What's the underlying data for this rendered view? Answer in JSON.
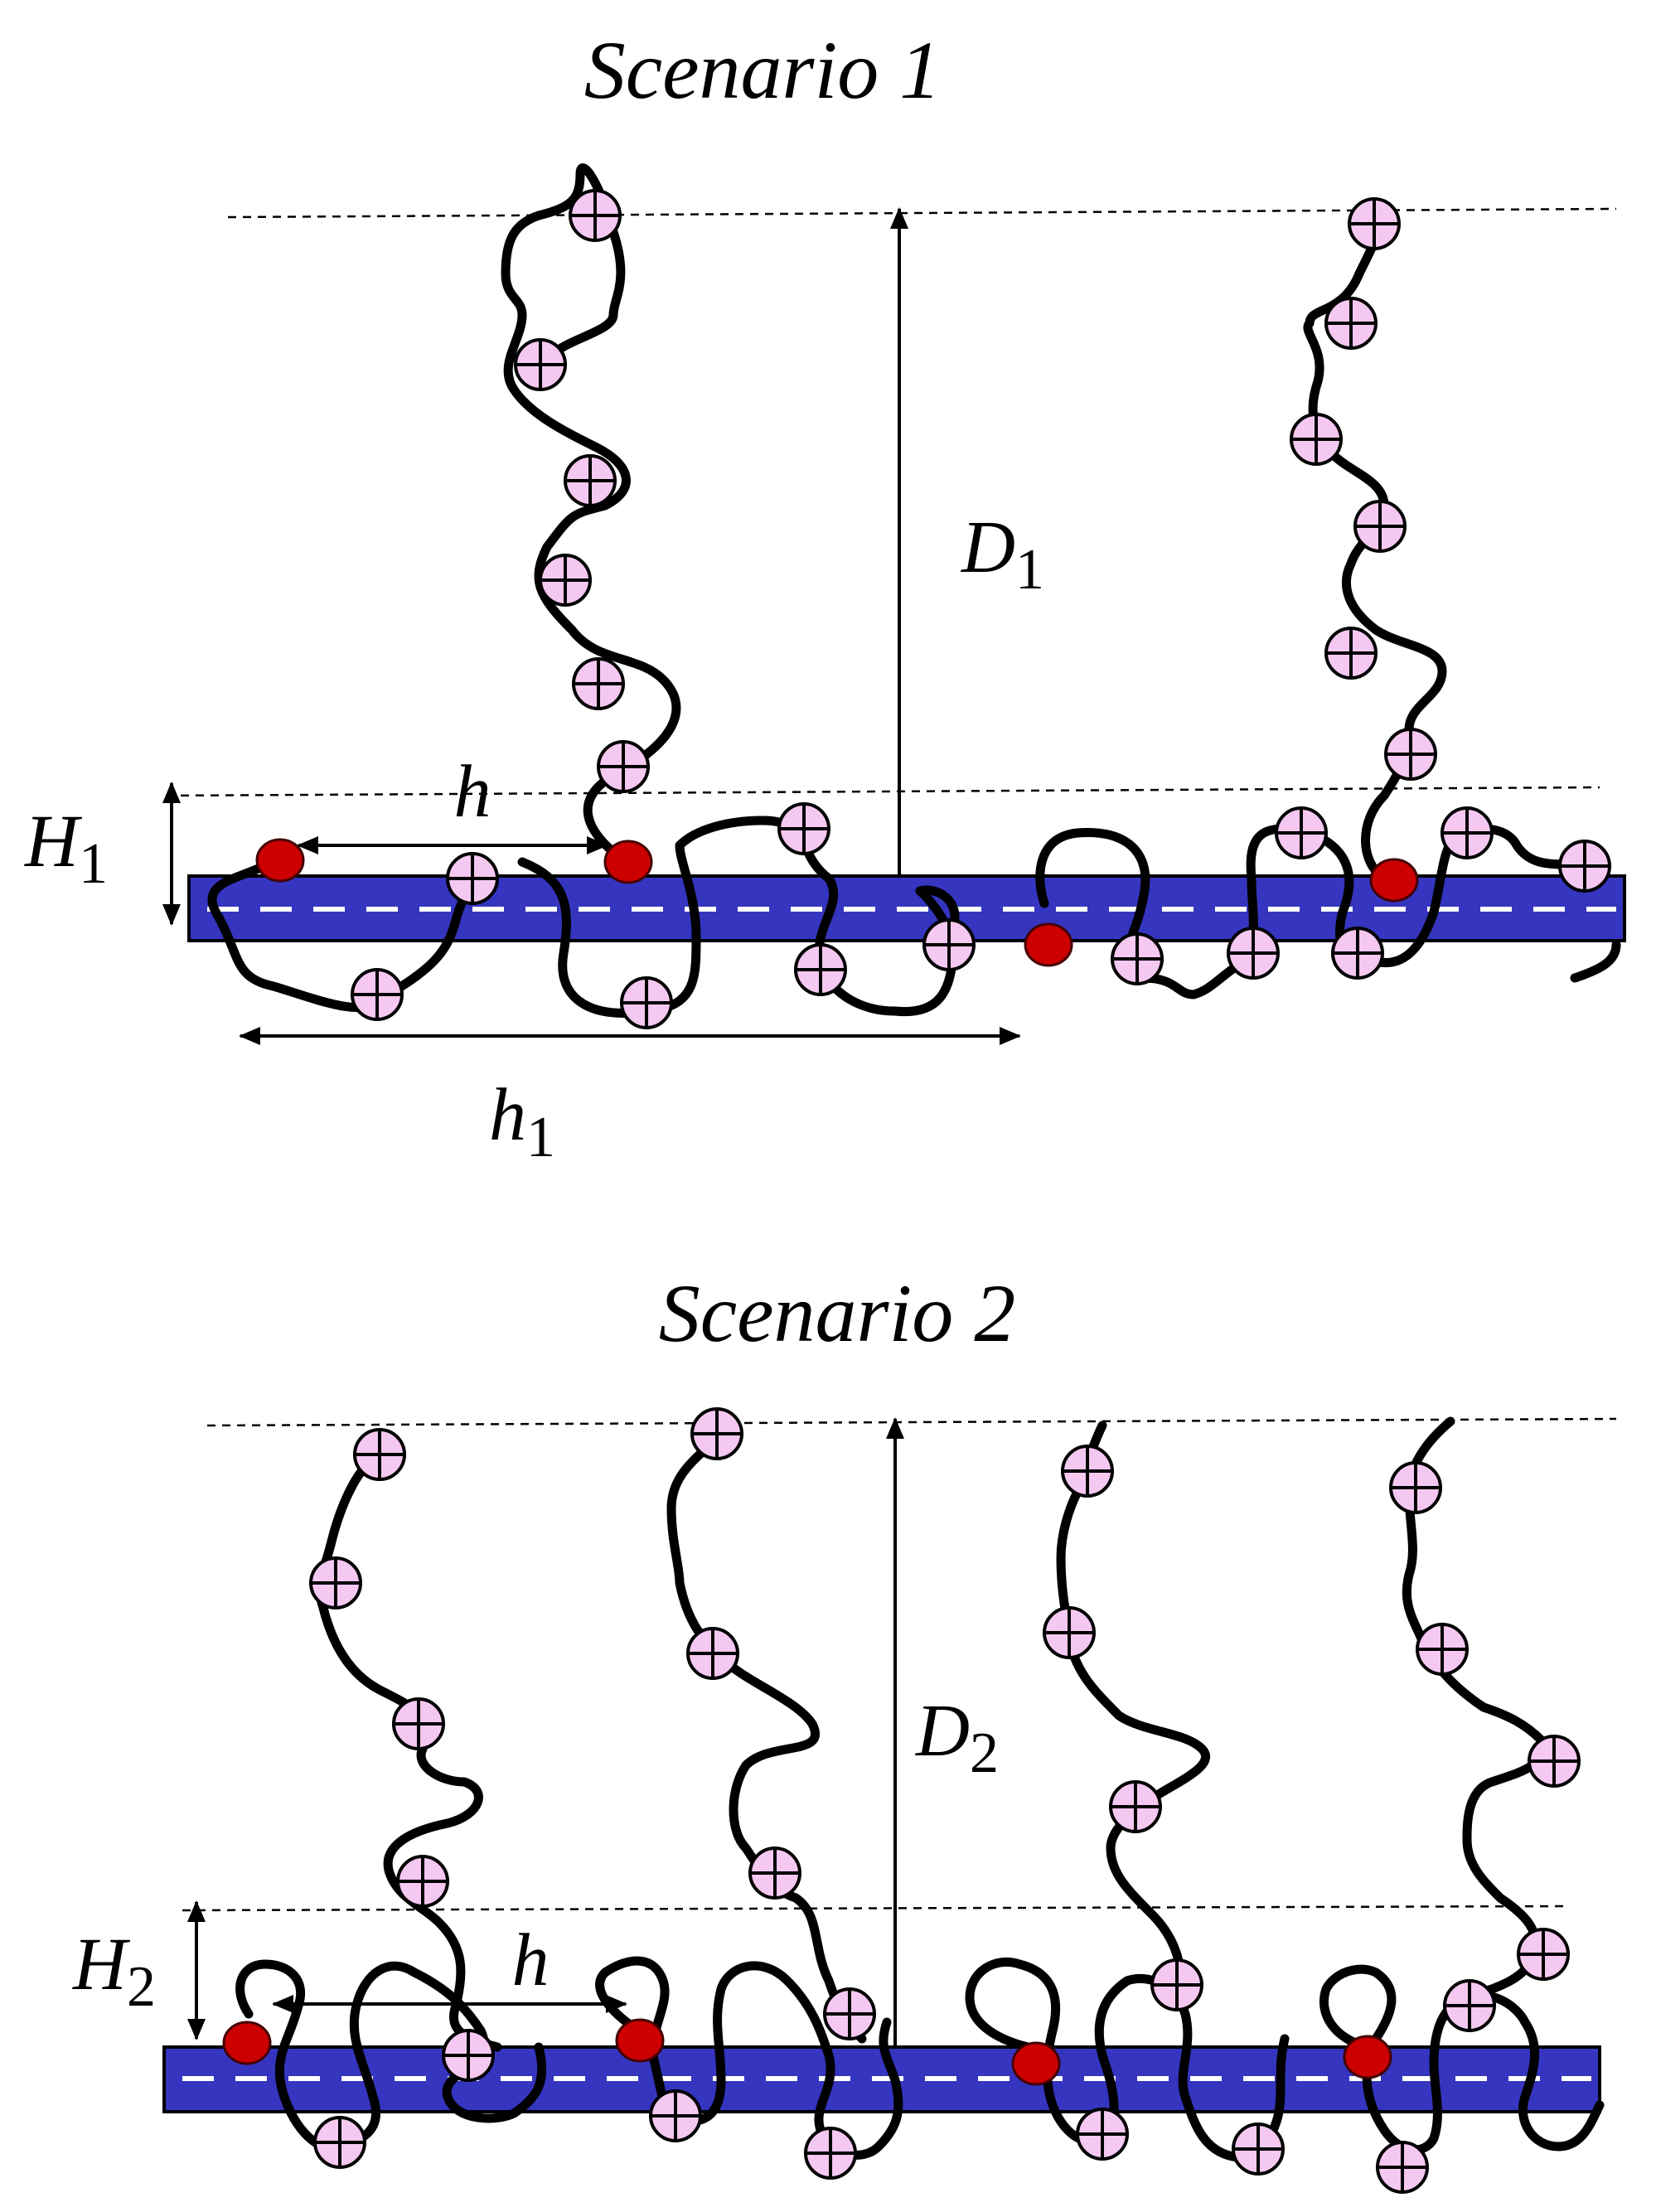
{
  "scenario1": {
    "title_text": "Scenario 1",
    "D_symbol": "D",
    "D_index": "1",
    "H_symbol": "H",
    "H_index": "1",
    "h_spacing_label": "h",
    "h1_symbol": "h",
    "h1_index": "1"
  },
  "scenario2": {
    "title_text": "Scenario 2",
    "D_symbol": "D",
    "D_index": "2",
    "H_symbol": "H",
    "H_index": "2",
    "h_spacing_label": "h"
  },
  "colors": {
    "rod": "#3535c0",
    "charge": "#f4c8f0",
    "anchor": "#cc0000",
    "chain": "#000000"
  },
  "icons": {
    "charge": "circled-plus-icon",
    "anchor": "red-dot-icon"
  }
}
